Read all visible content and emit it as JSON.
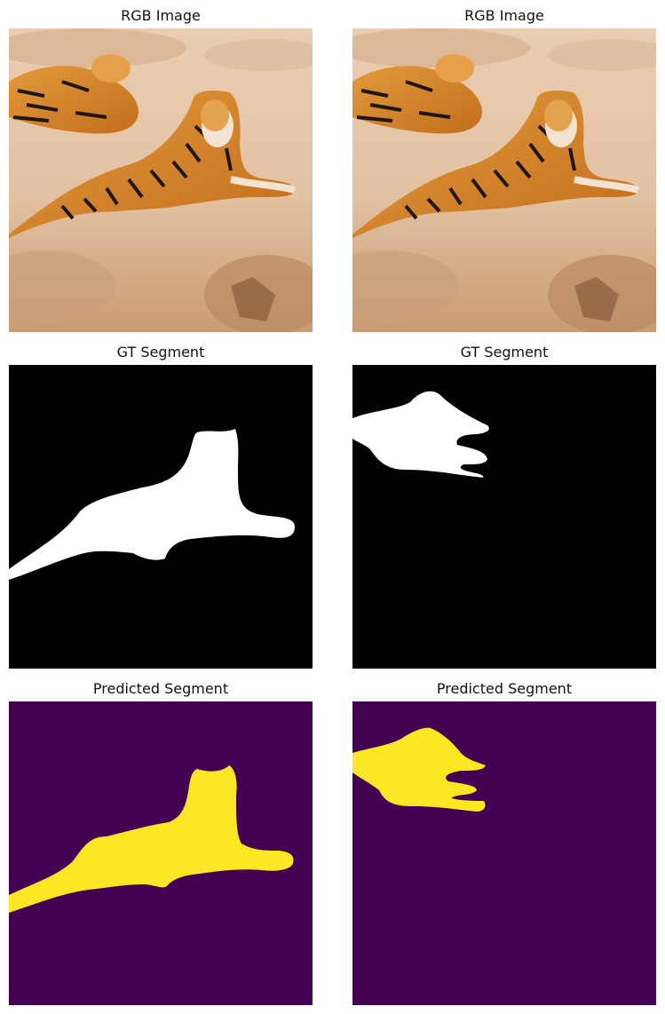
{
  "panels": [
    {
      "title": "RGB Image",
      "kind": "rgb",
      "scene": 1
    },
    {
      "title": "RGB Image",
      "kind": "rgb",
      "scene": 2
    },
    {
      "title": "GT Segment",
      "kind": "gt",
      "scene": 1
    },
    {
      "title": "GT Segment",
      "kind": "gt",
      "scene": 2
    },
    {
      "title": "Predicted Segment",
      "kind": "pred",
      "scene": 1
    },
    {
      "title": "Predicted Segment",
      "kind": "pred",
      "scene": 2
    }
  ],
  "colors": {
    "gt_background": "#000000",
    "gt_foreground": "#ffffff",
    "pred_background": "#440154",
    "pred_foreground": "#fde725",
    "sand": "#e8c9ac",
    "rock": "#c9a07c",
    "tiger_orange": "#d9822b",
    "tiger_stripe": "#1f1510"
  }
}
